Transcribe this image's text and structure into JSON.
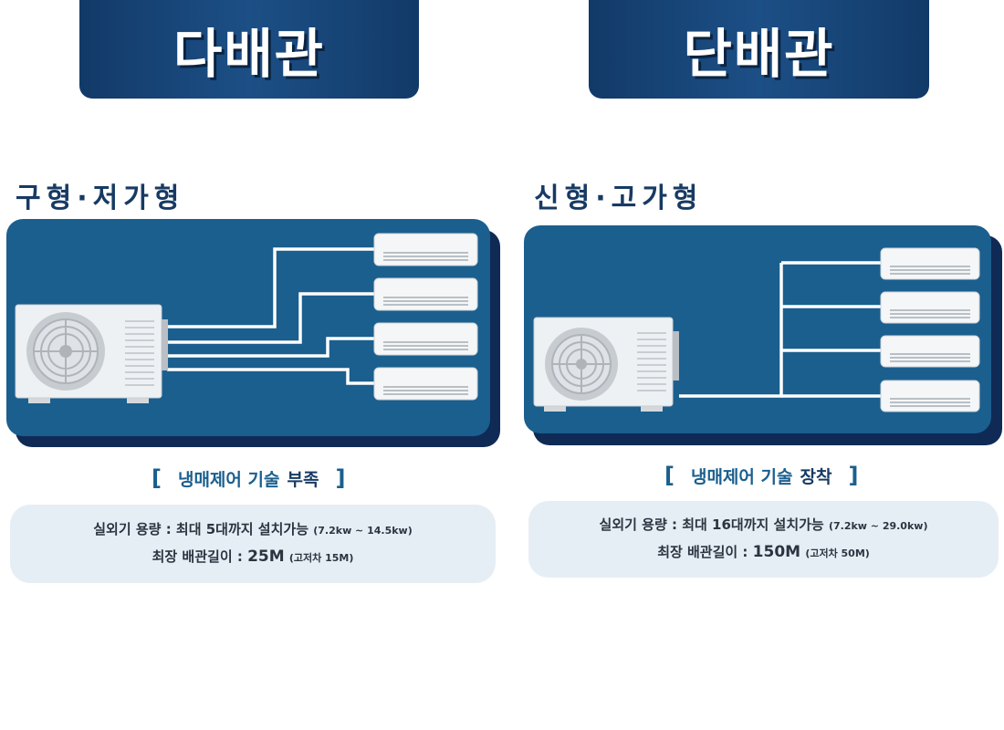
{
  "left": {
    "header": "다배관",
    "subtitle": "구형·저가형",
    "feature": {
      "open": "[",
      "text": "냉매제어 기술",
      "emphasis": "부족",
      "close": "]"
    },
    "info": {
      "line1_main": "실외기 용량 : 최대 5대까지 설치가능",
      "line1_note": "(7.2kw ~ 14.5kw)",
      "line2_label": "최장 배관길이 :",
      "line2_value": "25M",
      "line2_note": "(고저차 15M)"
    }
  },
  "right": {
    "header": "단배관",
    "subtitle": "신형·고가형",
    "feature": {
      "open": "[",
      "text": "냉매제어 기술",
      "emphasis": "장착",
      "close": "]"
    },
    "info": {
      "line1_main": "실외기 용량  : 최대 16대까지 설치가능",
      "line1_note": "(7.2kw ~ 29.0kw)",
      "line2_label": "최장 배관길이 :",
      "line2_value": "150M",
      "line2_note": "(고저차 50M)"
    }
  },
  "colors": {
    "header": "#123a68",
    "panel": "#1a5f8e",
    "panel_shadow": "#0f2a55",
    "info_bg": "#e6eef5",
    "pipe": "#ffffff"
  }
}
